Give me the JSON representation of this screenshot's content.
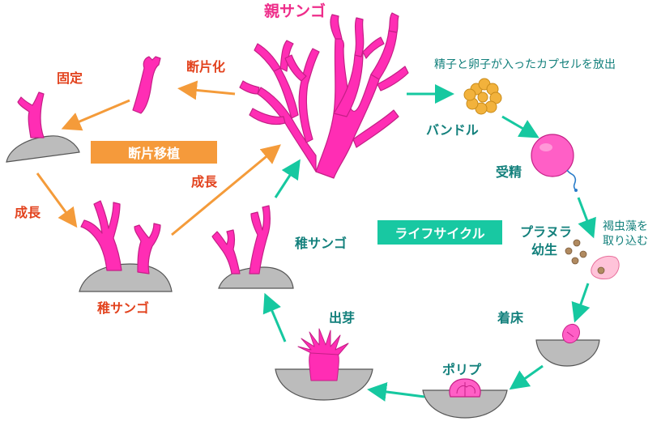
{
  "colors": {
    "coral": "#ff2db4",
    "coral_dark": "#c41f86",
    "rock": "#bcbcbc",
    "rock_edge": "#555555",
    "fragmentation_arrow": "#f49b3a",
    "lifecycle_arrow": "#16c8a0",
    "label_red": "#e2421d",
    "label_teal": "#13807c",
    "label_pink": "#ee2d8a",
    "orange_box": "#f59a3b",
    "teal_box": "#18c8a2",
    "bundle": "#f2b23c",
    "egg": "#ff5fc6"
  },
  "labels": {
    "parent_coral": "親サンゴ",
    "fragmentation": "断片化",
    "fixation": "固定",
    "growth_left": "成長",
    "growth_middle": "成長",
    "juvenile_left": "稚サンゴ",
    "juvenile_right": "稚サンゴ",
    "release_capsule": "精子と卵子が入ったカプセルを放出",
    "bundle": "バンドル",
    "fertilization": "受精",
    "planula_line1": "プラヌラ",
    "planula_line2": "幼生",
    "zoox_line1": "褐虫藻を",
    "zoox_line2": "取り込む",
    "settlement": "着床",
    "polyp": "ポリプ",
    "budding": "出芽"
  },
  "boxes": {
    "fragment_transplant": "断片移植",
    "life_cycle": "ライフサイクル"
  }
}
